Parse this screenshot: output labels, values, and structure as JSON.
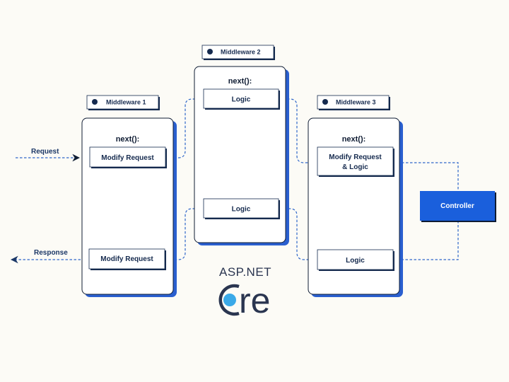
{
  "middleware1": {
    "tag": "Middleware 1",
    "next": "next():",
    "top_box": "Modify Request",
    "bottom_box": "Modify Request"
  },
  "middleware2": {
    "tag": "Middleware 2",
    "next": "next():",
    "top_box": "Logic",
    "bottom_box": "Logic"
  },
  "middleware3": {
    "tag": "Middleware 3",
    "next": "next():",
    "top_box_line1": "Modify Request",
    "top_box_line2": "& Logic",
    "bottom_box": "Logic"
  },
  "controller": {
    "label": "Controller"
  },
  "request_label": "Request",
  "response_label": "Response",
  "logo": {
    "top": "ASP.NET",
    "bottom": "re"
  },
  "colors": {
    "accent": "#2f66c9",
    "controller": "#1a5fdc",
    "navy": "#152a4e",
    "background": "#fcfbf6",
    "shadow": "#2a5fcf"
  }
}
